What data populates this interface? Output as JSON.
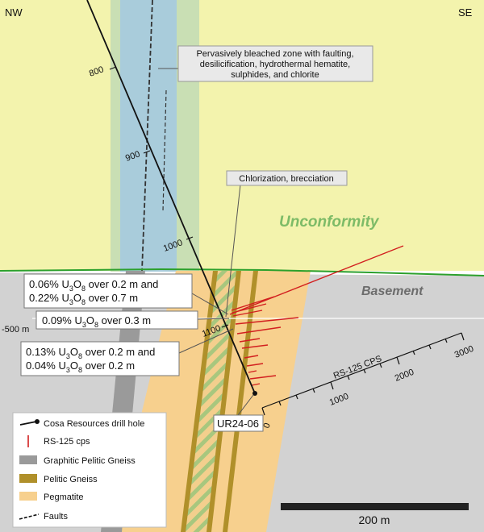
{
  "directions": {
    "left": "NW",
    "right": "SE"
  },
  "elevation_label": "-500 m",
  "zones": {
    "unconformity_label": "Unconformity",
    "basement_label": "Basement"
  },
  "callouts": {
    "bleached": [
      "Pervasively bleached zone with faulting,",
      "desilicification, hydrothermal hematite,",
      "sulphides, and chlorite"
    ],
    "chlorization": "Chlorization, brecciation"
  },
  "drill_hole": {
    "name": "UR24-06",
    "depth_ticks": [
      "800",
      "900",
      "1000",
      "1100"
    ]
  },
  "intercepts": [
    {
      "line1": [
        "0.06% U",
        "3",
        "O",
        "8",
        " over 0.2 m and"
      ],
      "line2": [
        "0.22% U",
        "3",
        "O",
        "8",
        " over 0.7 m"
      ]
    },
    {
      "line1": [
        "0.09% U",
        "3",
        "O",
        "8",
        " over 0.3 m"
      ]
    },
    {
      "line1": [
        "0.13% U",
        "3",
        "O",
        "8",
        " over 0.2 m and"
      ],
      "line2": [
        "0.04% U",
        "3",
        "O",
        "8",
        " over 0.2 m"
      ]
    }
  ],
  "cps_axis": {
    "title": "RS-125 CPS",
    "ticks": [
      "0",
      "1000",
      "2000",
      "3000"
    ]
  },
  "legend": {
    "items": [
      {
        "label": "Cosa Resources drill hole",
        "icon": "drill-hole-icon"
      },
      {
        "label": "RS-125 cps",
        "icon": "cps-bar-icon",
        "color": "#d21f1f"
      },
      {
        "label": "Graphitic Pelitic Gneiss",
        "icon": "swatch",
        "color": "#9a9a9a"
      },
      {
        "label": "Pelitic Gneiss",
        "icon": "swatch",
        "color": "#b0902a"
      },
      {
        "label": "Pegmatite",
        "icon": "swatch",
        "color": "#f7d08e"
      },
      {
        "label": "Faults",
        "icon": "dashed-line-icon"
      }
    ]
  },
  "scale_bar": {
    "label": "200 m"
  },
  "colors": {
    "sandstone": "#f3f3ad",
    "basement": "#d2d2d2",
    "bleached_outer": "#c9dfb4",
    "bleached_inner": "#a9ccdb",
    "unconformity_line": "#2ca02c",
    "unconformity_text": "#7dbb67",
    "basement_text": "#6d6d6d",
    "cps": "#d21f1f"
  }
}
